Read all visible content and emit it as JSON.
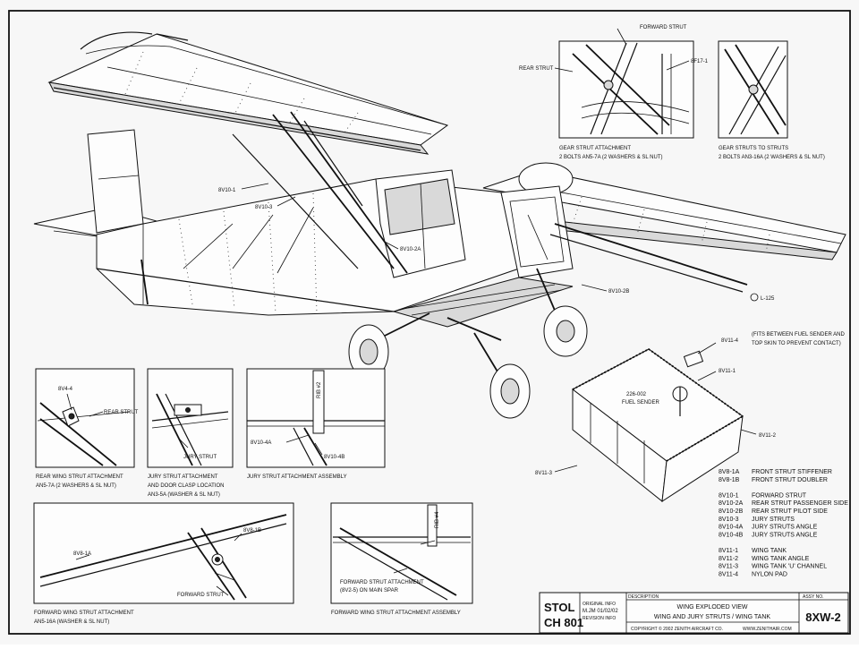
{
  "callouts": {
    "forward_strut": "FORWARD STRUT",
    "rear_strut": "REAR STRUT",
    "ff17_1": "8F17-1",
    "v10_1": "8V10-1",
    "v10_3": "8V10-3",
    "v10_2a": "8V10-2A",
    "v10_2b": "8V10-2B",
    "l125": "L-125",
    "v11_4": "8V11-4",
    "v11_4_note1": "(FITS BETWEEN FUEL SENDER AND",
    "v11_4_note2": "TOP SKIN TO PREVENT CONTACT)",
    "v11_1": "8V11-1",
    "v11_2": "8V11-2",
    "v11_3": "8V11-3",
    "fuel_sender_1": "226-002",
    "fuel_sender_2": "FUEL SENDER",
    "v4_4": "8V4-4",
    "rear_strut_small": "REAR STRUT",
    "jury_strut": "JURY STRUT",
    "rib2": "RIB #2",
    "v10_4a": "8V10-4A",
    "v10_4b": "8V10-4B",
    "v8_1a": "8V8-1A",
    "v8_1b": "8V8-1B",
    "forward_strut_small": "FORWARD STRUT",
    "rib4": "RIB #4",
    "fwd_attach_1": "FORWARD STRUT ATTACHMENT",
    "fwd_attach_2": "(8V2-5) ON MAIN SPAR"
  },
  "captions": {
    "gear_strut_1": "GEAR STRUT ATTACHMENT",
    "gear_strut_2": "2 BOLTS AN5-7A (2 WASHERS & SL NUT)",
    "gear_struts_to_1": "GEAR STRUTS TO STRUTS",
    "gear_struts_to_2": "2 BOLTS AN3-16A (2 WASHERS & SL NUT)",
    "rear_wing_1": "REAR WING STRUT ATTACHMENT",
    "rear_wing_2": "AN5-7A (2 WASHERS & SL NUT)",
    "jury_attach_1": "JURY STRUT ATTACHMENT",
    "jury_attach_2": "AND DOOR CLASP LOCATION",
    "jury_attach_3": "AN3-5A (WASHER & SL NUT)",
    "jury_assembly": "JURY STRUT ATTACHMENT ASSEMBLY",
    "fwd_wing_1": "FORWARD WING STRUT ATTACHMENT",
    "fwd_wing_2": "AN5-16A (WASHER & SL NUT)",
    "fwd_assembly": "FORWARD WING STRUT ATTACHMENT ASSEMBLY"
  },
  "legend": [
    {
      "part": "8V8-1A",
      "desc": "FRONT STRUT STIFFENER"
    },
    {
      "part": "8V8-1B",
      "desc": "FRONT STRUT DOUBLER"
    },
    {
      "part": "8V10-1",
      "desc": "FORWARD STRUT"
    },
    {
      "part": "8V10-2A",
      "desc": "REAR STRUT PASSENGER SIDE"
    },
    {
      "part": "8V10-2B",
      "desc": "REAR STRUT PILOT SIDE"
    },
    {
      "part": "8V10-3",
      "desc": "JURY STRUTS"
    },
    {
      "part": "8V10-4A",
      "desc": "JURY STRUTS ANGLE"
    },
    {
      "part": "8V10-4B",
      "desc": "JURY STRUTS ANGLE"
    },
    {
      "part": "8V11-1",
      "desc": "WING TANK"
    },
    {
      "part": "8V11-2",
      "desc": "WING TANK ANGLE"
    },
    {
      "part": "8V11-3",
      "desc": "WING TANK 'U' CHANNEL"
    },
    {
      "part": "8V11-4",
      "desc": "NYLON PAD"
    }
  ],
  "title_block": {
    "model_1": "STOL",
    "model_2": "CH 801",
    "origin_1": "ORIGINAL INFO",
    "origin_2": "M.JM 01/02/02",
    "origin_3": "REVISION INFO",
    "desc_label": "DESCRIPTION",
    "desc_1": "WING EXPLODED VIEW",
    "desc_2": "WING AND JURY STRUTS / WING TANK",
    "copyright": "COPYRIGHT © 2002 ZENITH AIRCRAFT CO.",
    "website": "WWW.ZENITHAIR.COM",
    "assy_label": "ASSY NO.",
    "assy_no": "8XW-2"
  }
}
